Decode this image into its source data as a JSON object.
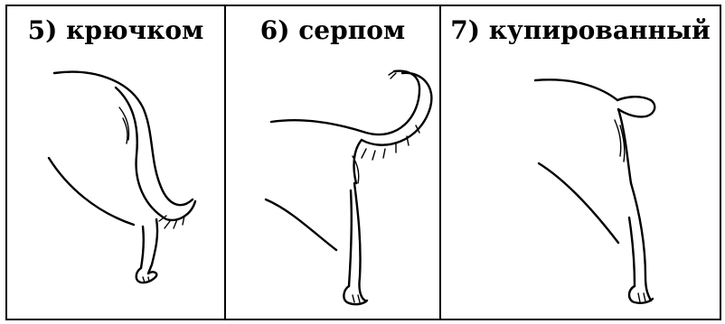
{
  "panels": [
    {
      "label": "5) крючком",
      "icon": "hook-tail-drawing"
    },
    {
      "label": "6) серпом",
      "icon": "sickle-tail-drawing"
    },
    {
      "label": "7) купированный",
      "icon": "docked-tail-drawing"
    }
  ]
}
